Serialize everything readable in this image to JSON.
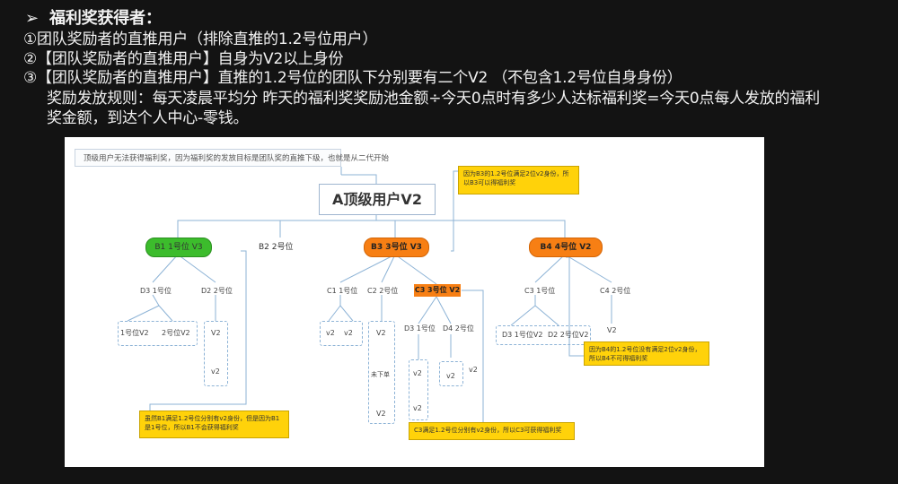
{
  "header": {
    "bullet": "➢",
    "title": "福利奖获得者：",
    "line1": "①团队奖励者的直推用户（排除直推的1.2号位用户）",
    "line2": "②【团队奖励者的直推用户】自身为V2以上身份",
    "line3": "③【团队奖励者的直推用户】直推的1.2号位的团队下分别要有二个V2 （不包含1.2号位自身身份）",
    "line4": "奖励发放规则：每天凌晨平均分  昨天的福利奖奖励池金额÷今天0点时有多少人达标福利奖=今天0点每人发放的福利",
    "line5": "奖金额，到达个人中心-零钱。"
  },
  "diagram": {
    "top_note": "顶级用户无法获得福利奖，因为福利奖的发放目标是团队奖的直推下级，也就是从二代开始",
    "root": "A顶级用户V2",
    "b1": "B1 1号位 V3",
    "b2": "B2 2号位",
    "b3": "B3 3号位 V3",
    "b4": "B4  4号位 V2",
    "d3": "D3 1号位",
    "d2": "D2 2号位",
    "b1_g1_a": "1号位V2",
    "b1_g1_b": "2号位V2",
    "b1_g2_a": "V2",
    "b1_g2_b": "v2",
    "c1": "C1 1号位",
    "c2": "C2 2号位",
    "c3": "C3  3号位 V2",
    "c1_a": "v2",
    "c1_b": "v2",
    "c2_a": "V2",
    "c2_b": "未下单",
    "c2_c": "V2",
    "c3_d3": "D3 1号位",
    "c3_d4": "D4 2号位",
    "c3_d3_a": "v2",
    "c3_d3_b": "v2",
    "c3_d4_a": "v2",
    "c3_d4_b": "v2",
    "b4_c3": "C3 1号位",
    "b4_c4": "C4 2号位",
    "b4_g_a": "D3 1号位V2",
    "b4_g_b": "D2 2号位V2",
    "b4_c4_a": "V2",
    "note_b3": "因为B3的1.2号位满足2位v2身份，所以B3可以得福利奖",
    "note_b4": "因为B4的1.2号位没有满足2位v2身份，所以B4不可得福利奖",
    "note_b1": "虽然B1满足1.2号位分别有v2身份，但是因为B1是1号位，所以B1不会获得福利奖",
    "note_c3": "C3满足1.2号位分别有v2身份，所以C3可获得福利奖"
  },
  "colors": {
    "green": "#3cbc2c",
    "orange": "#f77f14",
    "yellow": "#ffd20a",
    "line": "#8db3d6"
  }
}
